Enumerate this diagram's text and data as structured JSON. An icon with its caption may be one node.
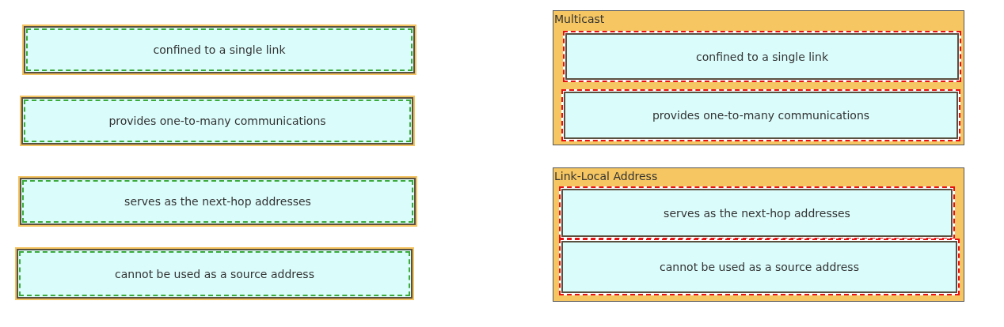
{
  "diagram": {
    "nodes": [
      {
        "text": [
          "confined to a single link"
        ]
      },
      {
        "text": [
          "provides one-to-many communications"
        ]
      },
      {
        "text": [
          "serves as the next-hop addresses"
        ]
      },
      {
        "text": [
          "cannot be used as a source address"
        ]
      },
      {
        "text": [
          "Multicast"
        ]
      },
      {
        "text": [
          "confined to a single link"
        ],
        "in": 4
      },
      {
        "text": [
          "provides one-to-many communications"
        ],
        "in": 4
      },
      {
        "text": [
          "Link-Local Address"
        ]
      },
      {
        "text": [
          "serves as the next-hop addresses"
        ],
        "in": 7
      },
      {
        "text": [
          "cannot be used as a source address"
        ],
        "in": 7
      }
    ]
  }
}
